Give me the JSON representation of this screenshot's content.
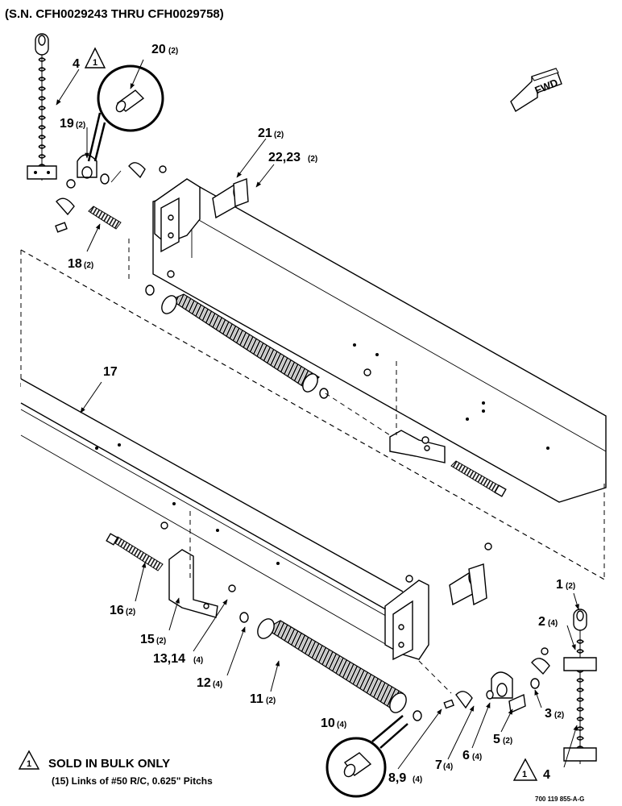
{
  "header": {
    "serial_range": "(S.N. CFH0029243 THRU CFH0029758)"
  },
  "fwd_label": "FWD",
  "note": {
    "symbol": "1",
    "title": "SOLD IN BULK ONLY",
    "detail": "(15) Links of #50 R/C, 0.625\" Pitchs"
  },
  "drawing_number": "700 119 855-A-G",
  "callouts": [
    {
      "id": "c4-top",
      "num": "4",
      "qty": ""
    },
    {
      "id": "c20",
      "num": "20",
      "qty": "(2)"
    },
    {
      "id": "c19",
      "num": "19",
      "qty": "(2)"
    },
    {
      "id": "c21",
      "num": "21",
      "qty": "(2)"
    },
    {
      "id": "c22-23",
      "num": "22,23",
      "qty": "(2)"
    },
    {
      "id": "c18",
      "num": "18",
      "qty": "(2)"
    },
    {
      "id": "c17",
      "num": "17",
      "qty": ""
    },
    {
      "id": "c16",
      "num": "16",
      "qty": "(2)"
    },
    {
      "id": "c15",
      "num": "15",
      "qty": "(2)"
    },
    {
      "id": "c13-14",
      "num": "13,14",
      "qty": "(4)"
    },
    {
      "id": "c12",
      "num": "12",
      "qty": "(4)"
    },
    {
      "id": "c11",
      "num": "11",
      "qty": "(2)"
    },
    {
      "id": "c10",
      "num": "10",
      "qty": "(4)"
    },
    {
      "id": "c8-9",
      "num": "8,9",
      "qty": "(4)"
    },
    {
      "id": "c7",
      "num": "7",
      "qty": "(4)"
    },
    {
      "id": "c6",
      "num": "6",
      "qty": "(4)"
    },
    {
      "id": "c5",
      "num": "5",
      "qty": "(2)"
    },
    {
      "id": "c3",
      "num": "3",
      "qty": "(2)"
    },
    {
      "id": "c2",
      "num": "2",
      "qty": "(4)"
    },
    {
      "id": "c1",
      "num": "1",
      "qty": "(2)"
    },
    {
      "id": "c4-bottom",
      "num": "4",
      "qty": ""
    }
  ]
}
